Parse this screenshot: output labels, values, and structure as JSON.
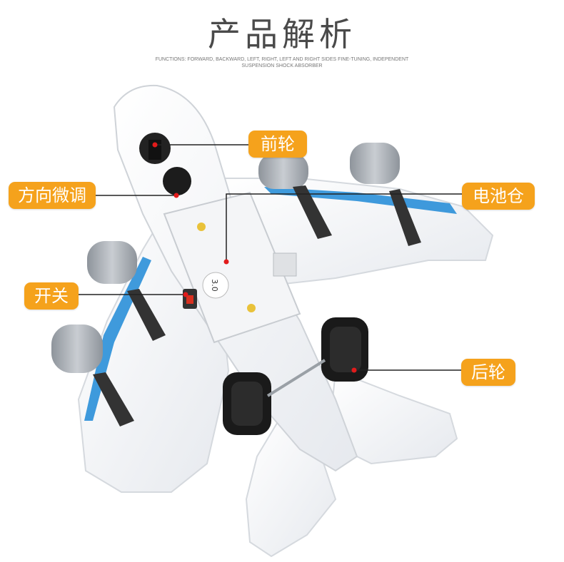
{
  "header": {
    "title": "产品解析",
    "subtitle_line1": "FUNCTIONS: FORWARD, BACKWARD, LEFT, RIGHT, LEFT AND RIGHT SIDES FINE-TUNING, INDEPENDENT",
    "subtitle_line2": "SUSPENSION SHOCK ABSORBER"
  },
  "callouts": {
    "front_wheel": "前轮",
    "direction_adjust": "方向微调",
    "battery": "电池仓",
    "switch": "开关",
    "rear_wheel": "后轮"
  },
  "colors": {
    "label_bg": "#f5a21c",
    "pointer_dot": "#e11b1b",
    "accent_blue": "#2a8fd8"
  }
}
